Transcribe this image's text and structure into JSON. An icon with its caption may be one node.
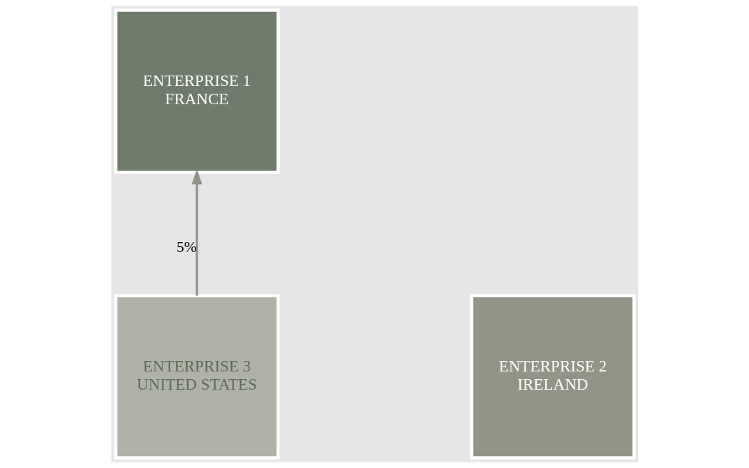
{
  "diagram": {
    "nodes": [
      {
        "text": [
          "ENTERPRISE 1",
          "FRANCE"
        ]
      },
      {
        "text": [
          "ENTERPRISE 2",
          "IRELAND"
        ]
      },
      {
        "text": [
          "ENTERPRISE 3",
          "UNITED STATES"
        ]
      }
    ],
    "edges": [
      {
        "from": 2,
        "to": 0,
        "arrow": "to",
        "label": "5%"
      }
    ]
  }
}
